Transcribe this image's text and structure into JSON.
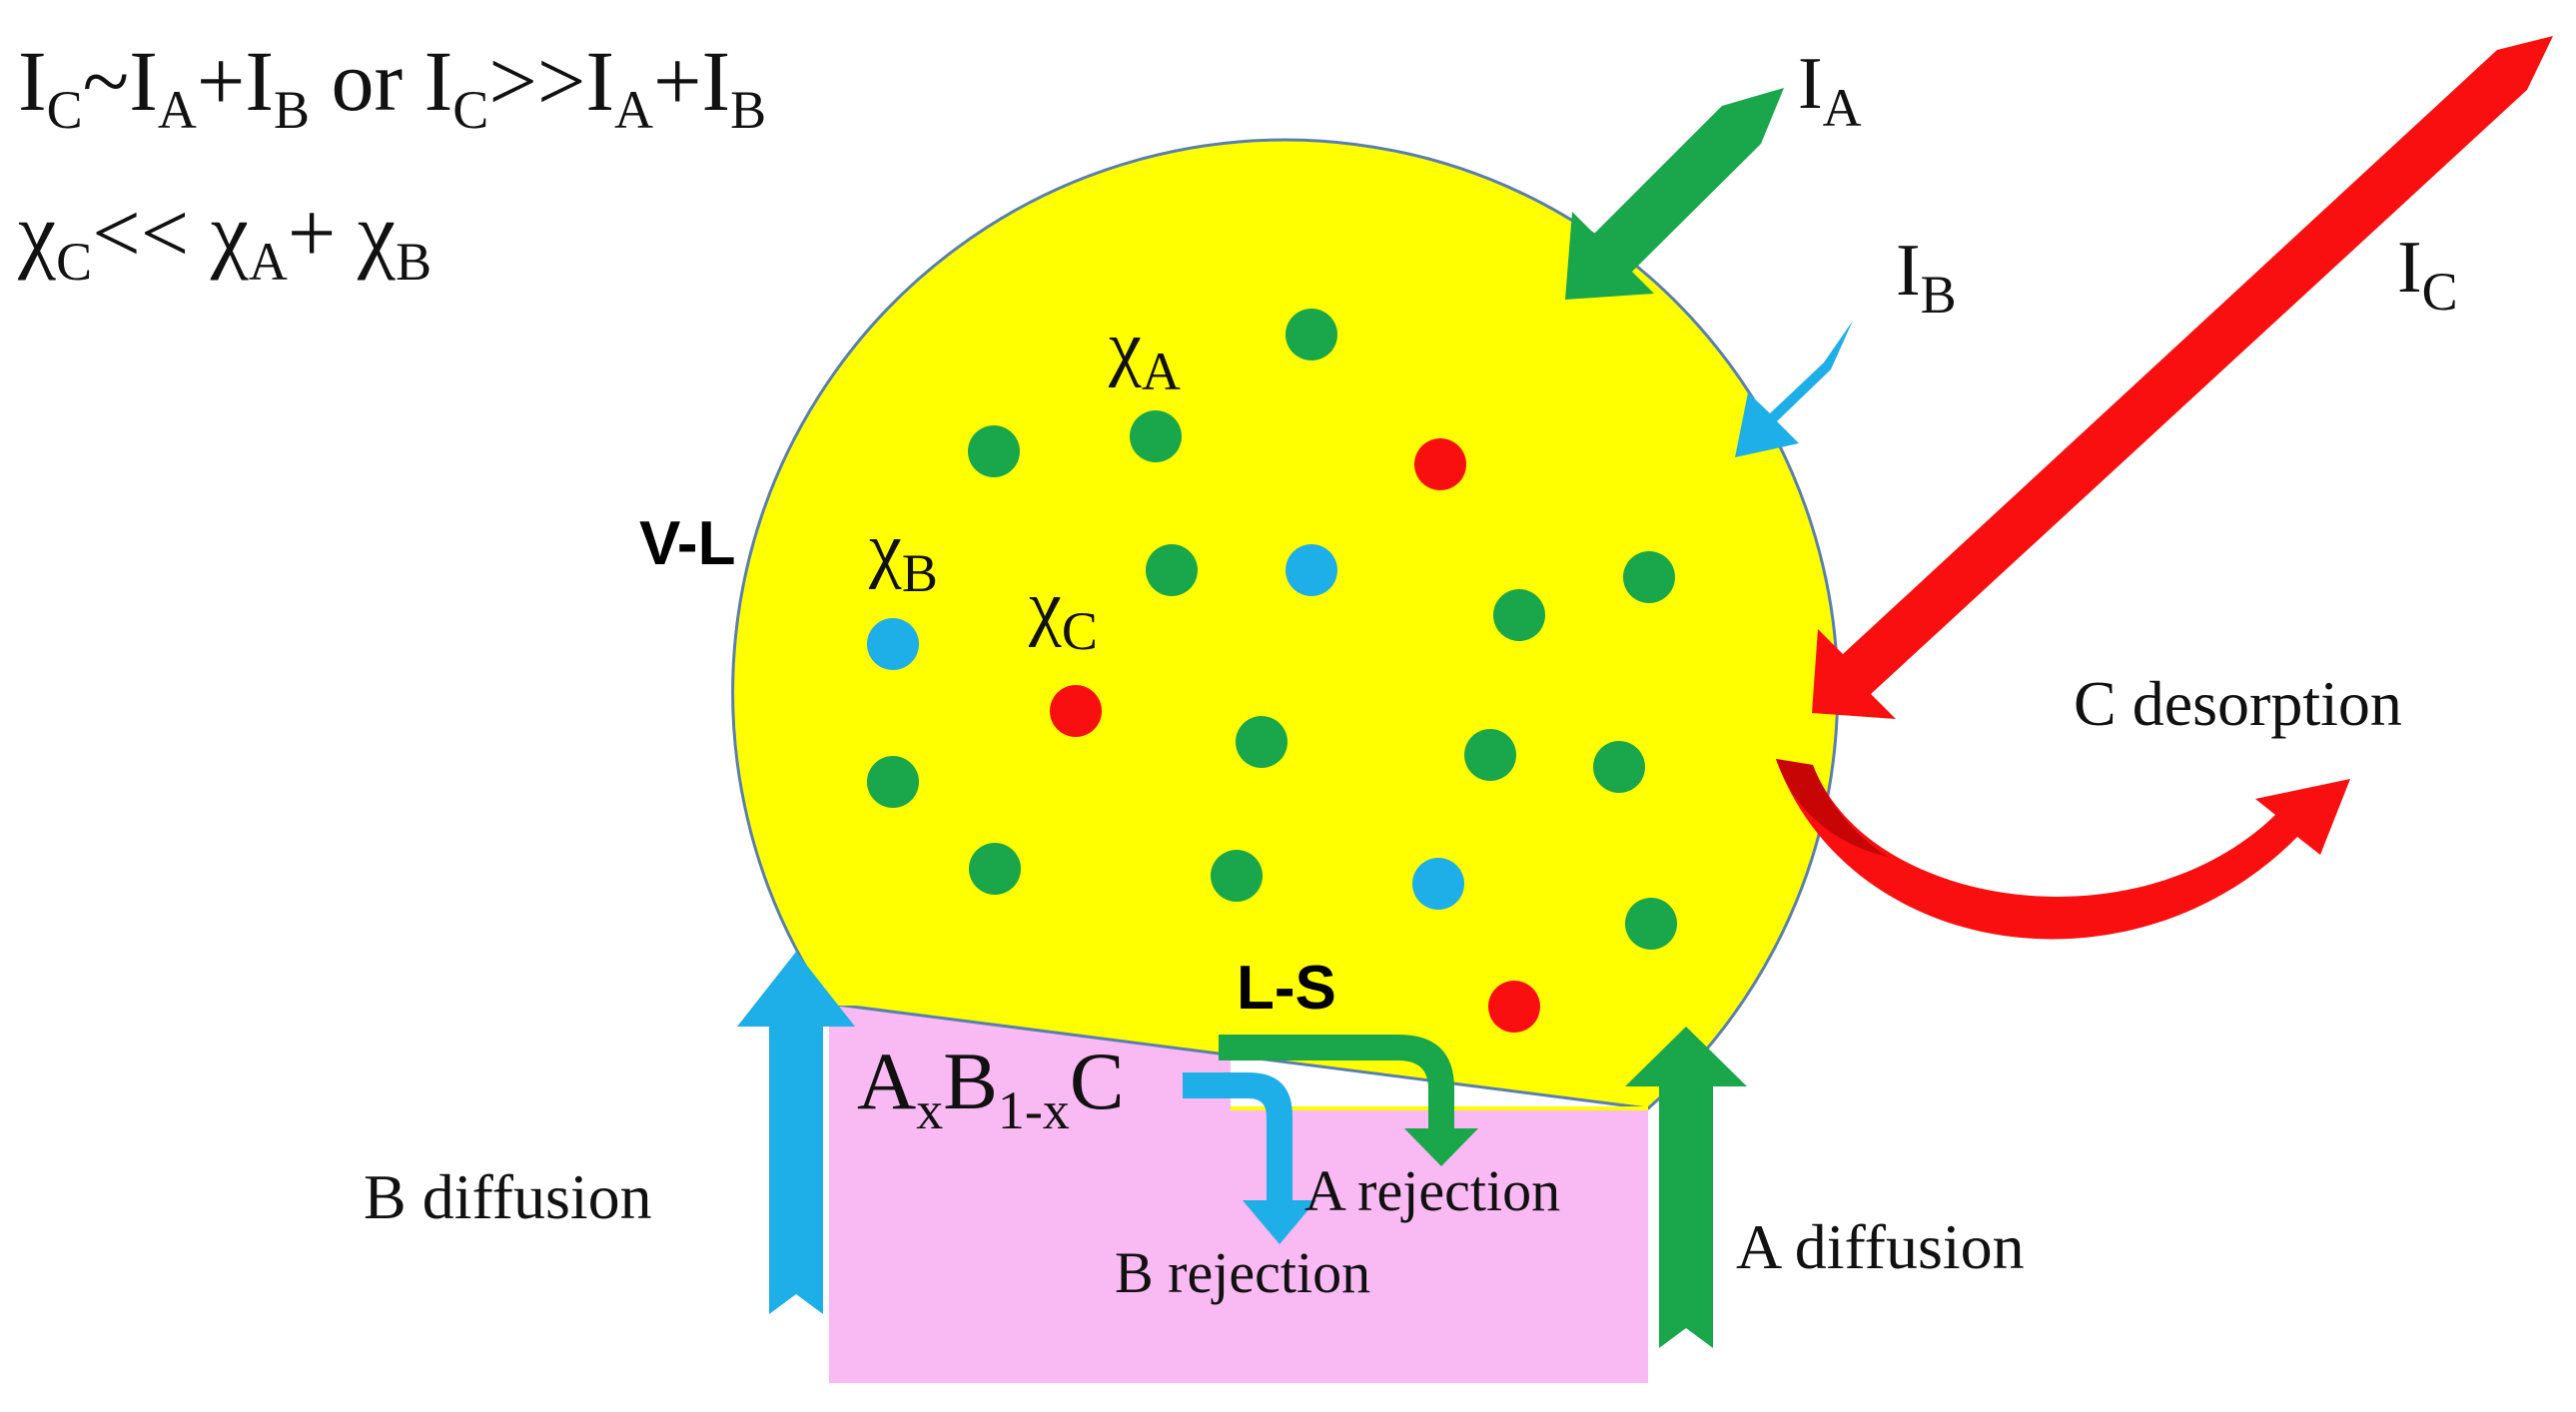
{
  "colors": {
    "droplet": "#ffff00",
    "solid": "#f9b9f3",
    "green": "#1aa64b",
    "blue": "#1eaee8",
    "red": "#f90f0f",
    "dark_red": "#c70505",
    "outline": "#5a7fae"
  },
  "header": {
    "eq1": {
      "s1": "I",
      "b1": "C",
      "s2": "~I",
      "b2": "A",
      "s3": "+I",
      "b3": "B",
      "s4": " or I",
      "b4": "C",
      "s5": ">>I",
      "b5": "A",
      "s6": "+I",
      "b6": "B"
    },
    "eq2": {
      "s1": "χ",
      "b1": "C",
      "s2": "<< χ",
      "b2": "A",
      "s3": "+ χ",
      "b3": "B"
    }
  },
  "flux": {
    "a": {
      "sym": "I",
      "sub": "A"
    },
    "b": {
      "sym": "I",
      "sub": "B"
    },
    "c": {
      "sym": "I",
      "sub": "C"
    }
  },
  "droplet": {
    "chi_a": {
      "sym": "χ",
      "sub": "A"
    },
    "chi_b": {
      "sym": "χ",
      "sub": "B"
    },
    "chi_c": {
      "sym": "χ",
      "sub": "C"
    }
  },
  "interfaces": {
    "vl": "V-L",
    "ls": "L-S"
  },
  "solid": {
    "formula": {
      "a": "A",
      "x": "x",
      "b": "B",
      "onex": "1-x",
      "c": "C"
    }
  },
  "labels": {
    "a_rejection": "A rejection",
    "b_rejection": "B rejection",
    "b_diffusion": "B diffusion",
    "a_diffusion": "A diffusion",
    "c_desorption": "C desorption"
  }
}
